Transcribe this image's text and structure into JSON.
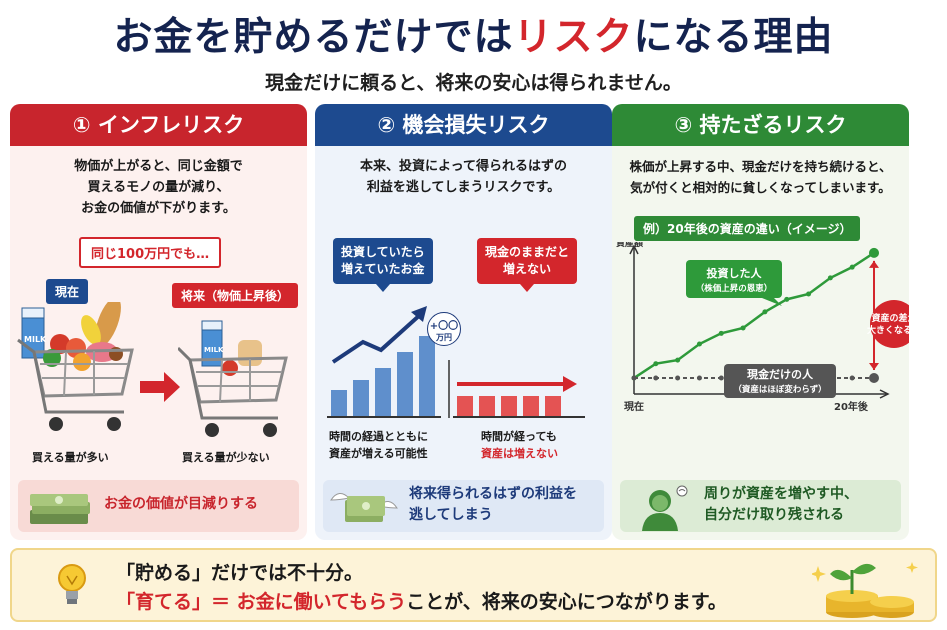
{
  "header": {
    "title_part1": "お金を貯めるだけでは",
    "title_accent": "リスク",
    "title_part2": "になる理由",
    "subtitle": "現金だけに頼ると、将来の安心は得られません。"
  },
  "panel1": {
    "heading": "① インフレリスク",
    "desc1": "物価が上がると、同じ金額で",
    "desc2": "買えるモノの量が減り、",
    "desc3": "お金の価値が下がります。",
    "note": "同じ100万円でも…",
    "now_label": "現在",
    "future_label": "将来（物価上昇後）",
    "cap_now": "買える量が多い",
    "cap_future": "買える量が少ない",
    "bottom": "お金の価値が目減りする"
  },
  "panel2": {
    "heading": "② 機会損失リスク",
    "desc1": "本来、投資によって得られるはずの",
    "desc2": "利益を逃してしまうリスクです。",
    "bubble_invest_1": "投資していたら",
    "bubble_invest_2": "増えていたお金",
    "bubble_cash_1": "現金のままだと",
    "bubble_cash_2": "増えない",
    "gain_1": "+〇〇",
    "gain_2": "万円",
    "cap_left_1": "時間の経過とともに",
    "cap_left_2": "資産が増える可能性",
    "cap_right_1": "時間が経っても",
    "cap_right_2": "資産は増えない",
    "bottom1": "将来得られるはずの利益を",
    "bottom2": "逃してしまう"
  },
  "panel3": {
    "heading": "③ 持たざるリスク",
    "desc1": "株価が上昇する中、現金だけを持ち続けると、",
    "desc2": "気が付くと相対的に貧しくなってしまいます。",
    "example": "例）20年後の資産の違い（イメージ）",
    "bottom1": "周りが資産を増やす中、",
    "bottom2": "自分だけ取り残される"
  },
  "chart_data": {
    "type": "line",
    "title": "例）20年後の資産の違い（イメージ）",
    "ylabel": "資産額",
    "x_start_label": "現在",
    "x_end_label": "20年後",
    "series": [
      {
        "name": "投資した人",
        "note": "（株価上昇の恩恵）",
        "color": "#2e9a3a",
        "values": [
          0,
          8,
          10,
          19,
          25,
          28,
          37,
          44,
          47,
          56,
          62,
          70
        ]
      },
      {
        "name": "現金だけの人",
        "note": "（資産はほぼ変わらず）",
        "color": "#555555",
        "values": [
          0,
          0,
          0,
          0,
          0,
          0,
          0,
          0,
          0,
          0,
          0,
          0
        ]
      }
    ],
    "gap_label_1": "資産の差が",
    "gap_label_2": "大きくなる！"
  },
  "footer": {
    "line1": "「貯める」だけでは不十分。",
    "line2_red": "「育てる」＝ お金に働いてもらう",
    "line2_rest": "ことが、将来の安心につながります。"
  },
  "colors": {
    "navy": "#14234f",
    "red": "#d3262c",
    "blue": "#1d4a8f",
    "green": "#2e8a36"
  }
}
